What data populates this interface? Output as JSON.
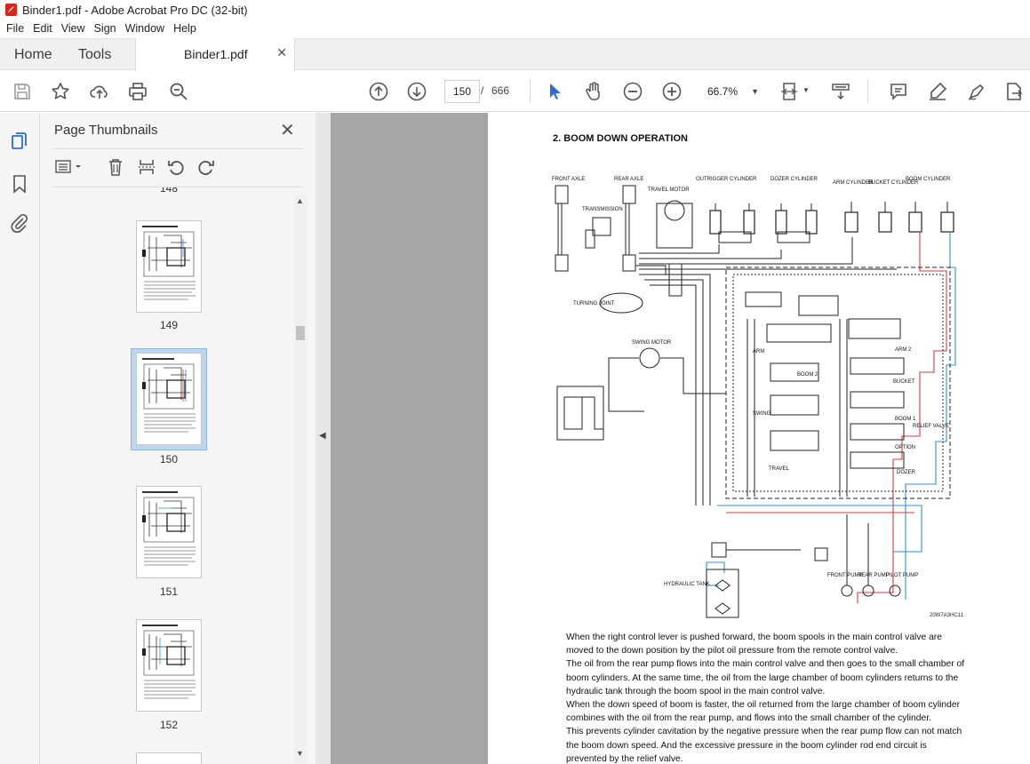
{
  "window": {
    "title": "Binder1.pdf - Adobe Acrobat Pro DC (32-bit)"
  },
  "menu": [
    "File",
    "Edit",
    "View",
    "Sign",
    "Window",
    "Help"
  ],
  "tabs": {
    "home": "Home",
    "tools": "Tools",
    "document": "Binder1.pdf"
  },
  "toolbar": {
    "current_page": "150",
    "separator": "/",
    "total_pages": "666",
    "zoom": "66.7%"
  },
  "panel": {
    "title": "Page Thumbnails",
    "partial_top_label": "148",
    "thumbnails": [
      {
        "label": "149"
      },
      {
        "label": "150",
        "selected": true
      },
      {
        "label": "151"
      },
      {
        "label": "152"
      }
    ]
  },
  "page": {
    "heading": "2. BOOM DOWN OPERATION",
    "figure_id": "20W7A3HC11",
    "diagram_labels": {
      "front_axle": "FRONT AXLE",
      "rear_axle": "REAR AXLE",
      "travel_motor": "TRAVEL MOTOR",
      "outrigger_cylinder": "OUTRIGGER CYLINDER",
      "dozer_cylinder": "DOZER CYLINDER",
      "arm_cylinder": "ARM CYLINDER",
      "bucket_cylinder": "BUCKET CYLINDER",
      "boom_cylinder": "BOOM CYLINDER",
      "transmission": "TRANSMISSION",
      "turning_joint": "TURNING JOINT",
      "swing_motor": "SWING MOTOR",
      "arm": "ARM",
      "arm2": "ARM 2",
      "boom2": "BOOM 2",
      "bucket": "BUCKET",
      "swing": "SWING",
      "boom1": "BOOM 1",
      "option": "OPTION",
      "travel": "TRAVEL",
      "dozer": "DOZER",
      "relief_valve": "RELIEF VALVE",
      "hydraulic_tank": "HYDRAULIC TANK",
      "front_pump": "FRONT PUMP",
      "rear_pump": "REAR PUMP",
      "pilot_pump": "PILOT PUMP"
    },
    "paragraphs": [
      "When the right control lever is pushed forward, the boom spools in the main control valve are moved to the down position by the pilot oil pressure from the remote control valve.",
      "The oil from the rear pump flows into the main control valve and then goes to the small chamber of boom cylinders.  At the same time, the oil from the large chamber of boom cylinders returns to the hydraulic tank through the boom spool in the main control valve.",
      "When the down speed of boom is faster, the oil returned from the large chamber of boom cylinder combines with the oil from the rear pump, and flows into the small chamber of the cylinder.",
      "This prevents cylinder cavitation by the negative pressure when the rear pump flow can not match the boom down speed.  And the excessive pressure in the boom cylinder rod end circuit is prevented by the relief valve."
    ]
  },
  "colors": {
    "accent_blue": "#2b6cd4",
    "oil_red": "#d43b3b",
    "oil_blue": "#2a8fd6",
    "doc_background": "#a6a6a6"
  }
}
